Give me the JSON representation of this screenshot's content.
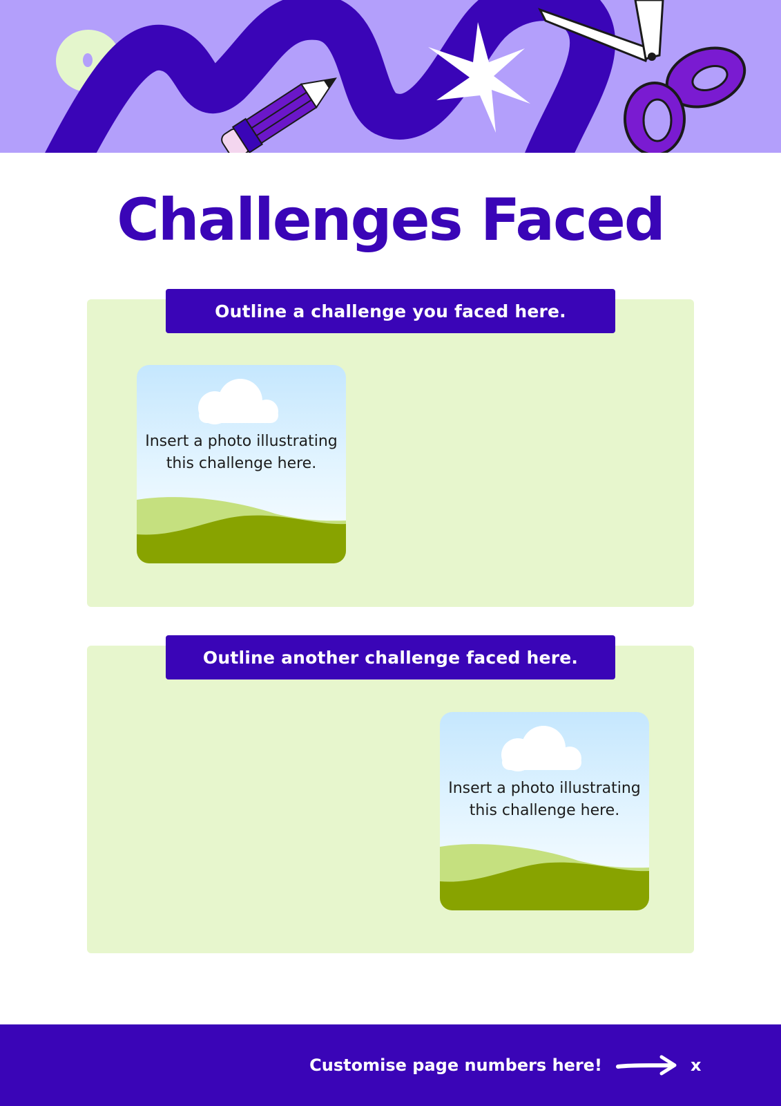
{
  "title": "Challenges Faced",
  "challenges": [
    {
      "heading": "Outline a challenge you faced here.",
      "photo_caption": "Insert a photo illustrating this challenge here."
    },
    {
      "heading": "Outline another challenge faced here.",
      "photo_caption": "Insert a photo illustrating this challenge here."
    }
  ],
  "footer": {
    "note": "Customise page numbers here!",
    "page_number": "x"
  },
  "colors": {
    "primary": "#3a05b7",
    "banner": "#b39ffb",
    "card": "#e7f6cd",
    "grass": "#88a300",
    "grass_light": "#c5e07f"
  },
  "icons": [
    "squiggle-icon",
    "ring-icon",
    "pencil-icon",
    "sparkle-icon",
    "scissors-icon",
    "cloud-icon",
    "arrow-right-icon"
  ]
}
